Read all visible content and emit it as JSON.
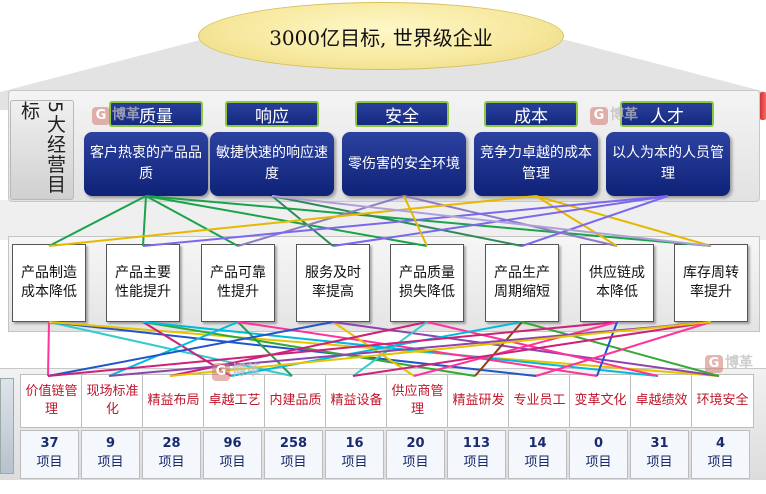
{
  "top_goal": "3000亿目标, 世界级企业",
  "goals_label": "5大经营目标",
  "goals": [
    {
      "head": "质量",
      "body": "客户热衷的产品品质"
    },
    {
      "head": "响应",
      "body": "敏捷快速的响应速度"
    },
    {
      "head": "安全",
      "body": "零伤害的安全环境"
    },
    {
      "head": "成本",
      "body": "竞争力卓越的成本管理"
    },
    {
      "head": "人才",
      "body": "以人为本的人员管理"
    }
  ],
  "indicators": [
    "产品制造成本降低",
    "产品主要性能提升",
    "产品可靠性提升",
    "服务及时率提高",
    "产品质量损失降低",
    "产品生产周期缩短",
    "供应链成本降低",
    "库存周转率提升"
  ],
  "projects": [
    {
      "name": "价值链管理",
      "count": "37",
      "unit": "项目"
    },
    {
      "name": "现场标准化",
      "count": "9",
      "unit": "项目"
    },
    {
      "name": "精益布局",
      "count": "28",
      "unit": "项目"
    },
    {
      "name": "卓越工艺",
      "count": "96",
      "unit": "项目"
    },
    {
      "name": "内建品质",
      "count": "258",
      "unit": "项目"
    },
    {
      "name": "精益设备",
      "count": "16",
      "unit": "项目"
    },
    {
      "name": "供应商管理",
      "count": "20",
      "unit": "项目"
    },
    {
      "name": "精益研发",
      "count": "113",
      "unit": "项目"
    },
    {
      "name": "专业员工",
      "count": "14",
      "unit": "项目"
    },
    {
      "name": "变革文化",
      "count": "0",
      "unit": "项目"
    },
    {
      "name": "卓越绩效",
      "count": "31",
      "unit": "项目"
    },
    {
      "name": "环境安全",
      "count": "4",
      "unit": "项目"
    }
  ],
  "watermark": "博革",
  "colors": {
    "goal_fill": "#1a2f8a",
    "goal_border": "#8dc63f",
    "project_text": "#c0172c",
    "count_text": "#1a2a6c",
    "title_fill": "#f7e9a0"
  }
}
